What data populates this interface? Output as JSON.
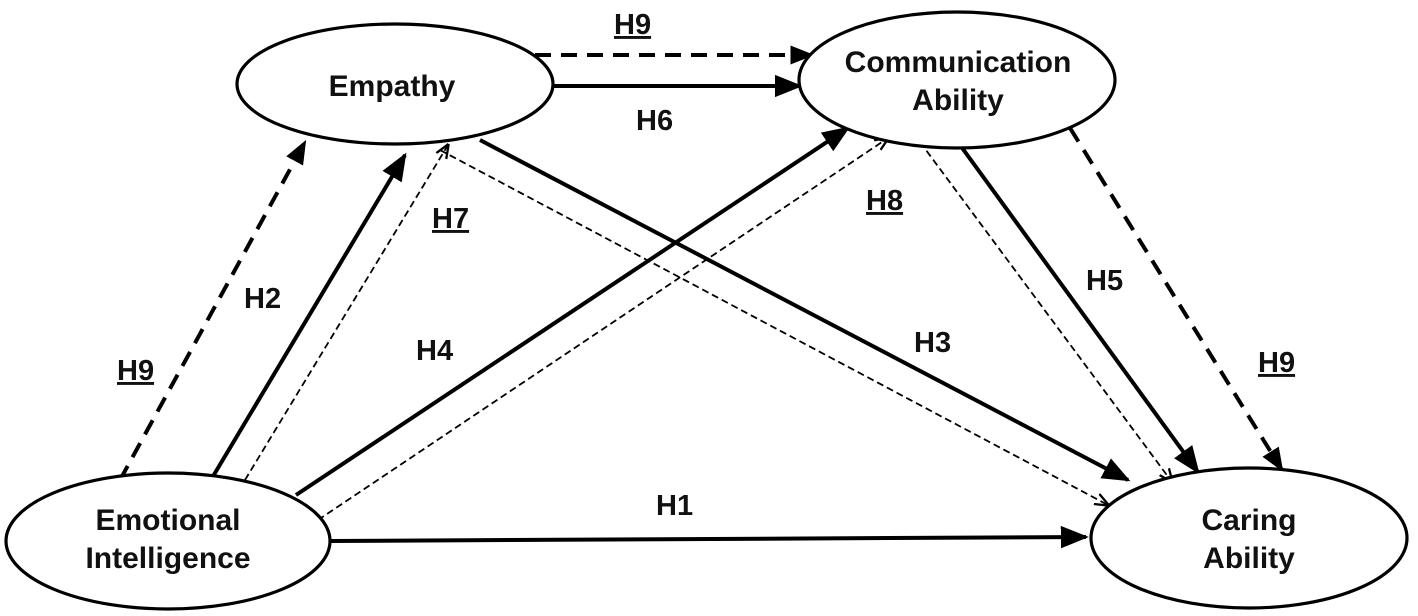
{
  "nodes": {
    "empathy": {
      "lines": [
        "Empathy"
      ]
    },
    "communication": {
      "lines": [
        "Communication",
        "Ability"
      ]
    },
    "emotional": {
      "lines": [
        "Emotional",
        "Intelligence"
      ]
    },
    "caring": {
      "lines": [
        "Caring",
        "Ability"
      ]
    }
  },
  "labels": {
    "h9_top": "H9",
    "h6": "H6",
    "h7": "H7",
    "h8": "H8",
    "h2": "H2",
    "h9_left": "H9",
    "h4": "H4",
    "h3": "H3",
    "h5": "H5",
    "h9_right": "H9",
    "h1": "H1"
  },
  "edges": [
    {
      "name": "edge-empathy-to-communication-h6",
      "style": "solid"
    },
    {
      "name": "edge-empathy-to-communication-h9",
      "style": "dashed-heavy"
    },
    {
      "name": "edge-emotional-to-empathy-h9",
      "style": "dashed-heavy"
    },
    {
      "name": "edge-emotional-to-empathy-h2",
      "style": "solid"
    },
    {
      "name": "edge-emotional-to-empathy-h7",
      "style": "dashed-light"
    },
    {
      "name": "edge-emotional-to-communication-h4",
      "style": "solid"
    },
    {
      "name": "edge-emotional-to-communication-h8",
      "style": "dashed-light"
    },
    {
      "name": "edge-empathy-to-caring-h3",
      "style": "solid"
    },
    {
      "name": "edge-empathy-to-caring-h7",
      "style": "dashed-light"
    },
    {
      "name": "edge-communication-to-caring-h5",
      "style": "solid"
    },
    {
      "name": "edge-communication-to-caring-h8",
      "style": "dashed-light"
    },
    {
      "name": "edge-communication-to-caring-h9",
      "style": "dashed-heavy"
    },
    {
      "name": "edge-emotional-to-caring-h1",
      "style": "solid"
    }
  ]
}
